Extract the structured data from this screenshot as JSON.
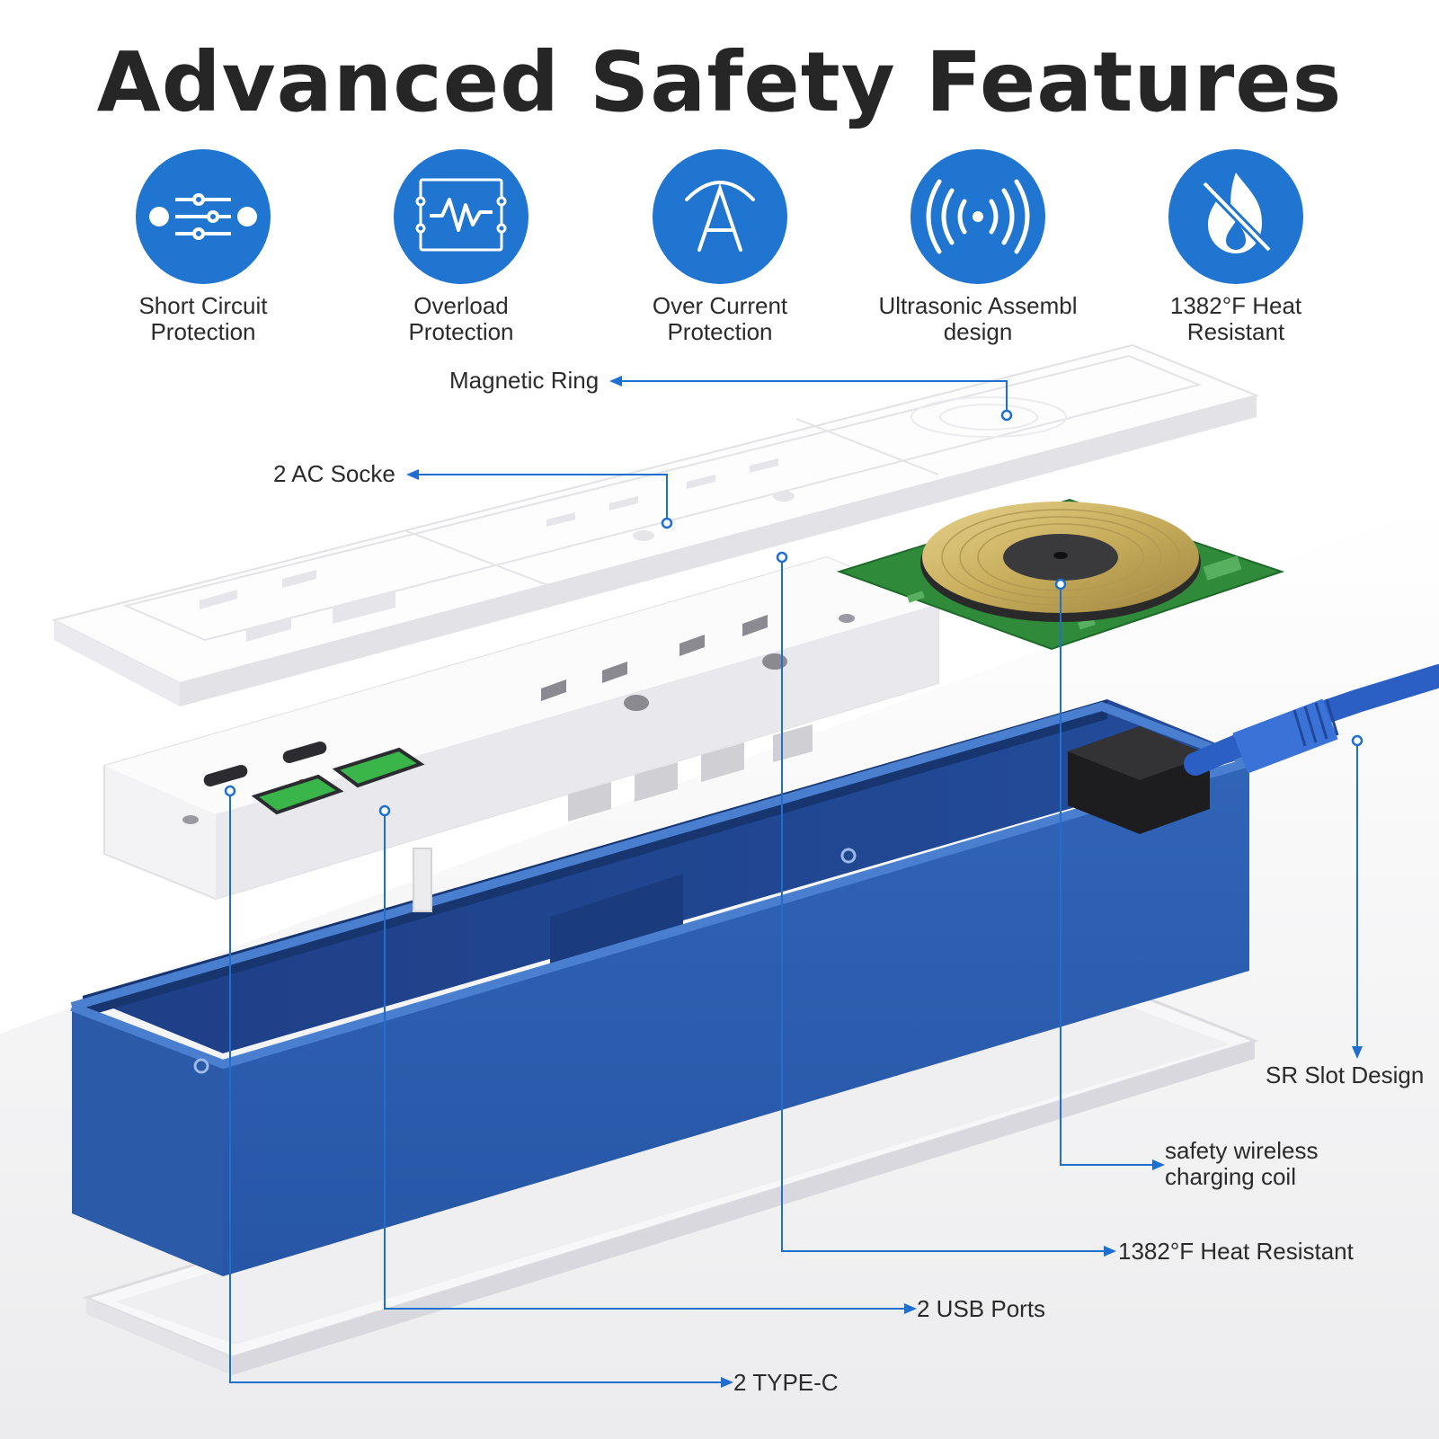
{
  "title": "Advanced Safety Features",
  "colors": {
    "accent_blue": "#1f75cf",
    "housing_blue": "#2f5fb0",
    "housing_dark": "#1f3f80",
    "line_blue": "#1f6fd0",
    "pcb_green": "#2f8a3a",
    "coil_gold": "#cdb46a"
  },
  "features": [
    {
      "icon": "sliders-icon",
      "line1": "Short Circuit",
      "line2": "Protection"
    },
    {
      "icon": "waveform-monitor-icon",
      "line1": "Overload",
      "line2": "Protection"
    },
    {
      "icon": "current-a-icon",
      "line1": "Over Current",
      "line2": "Protection"
    },
    {
      "icon": "broadcast-signal-icon",
      "line1": "Ultrasonic Assembl",
      "line2": "design"
    },
    {
      "icon": "no-fire-icon",
      "line1": "1382°F Heat",
      "line2": "Resistant"
    }
  ],
  "callouts": {
    "magnetic_ring": "Magnetic Ring",
    "ac_sockets": "2 AC Socke",
    "sr_slot": "SR Slot Design",
    "coil_line1": "safety wireless",
    "coil_line2": "charging coil",
    "heat_resistant": "1382°F Heat Resistant",
    "usb_ports": "2 USB Ports",
    "type_c": "2 TYPE-C"
  }
}
